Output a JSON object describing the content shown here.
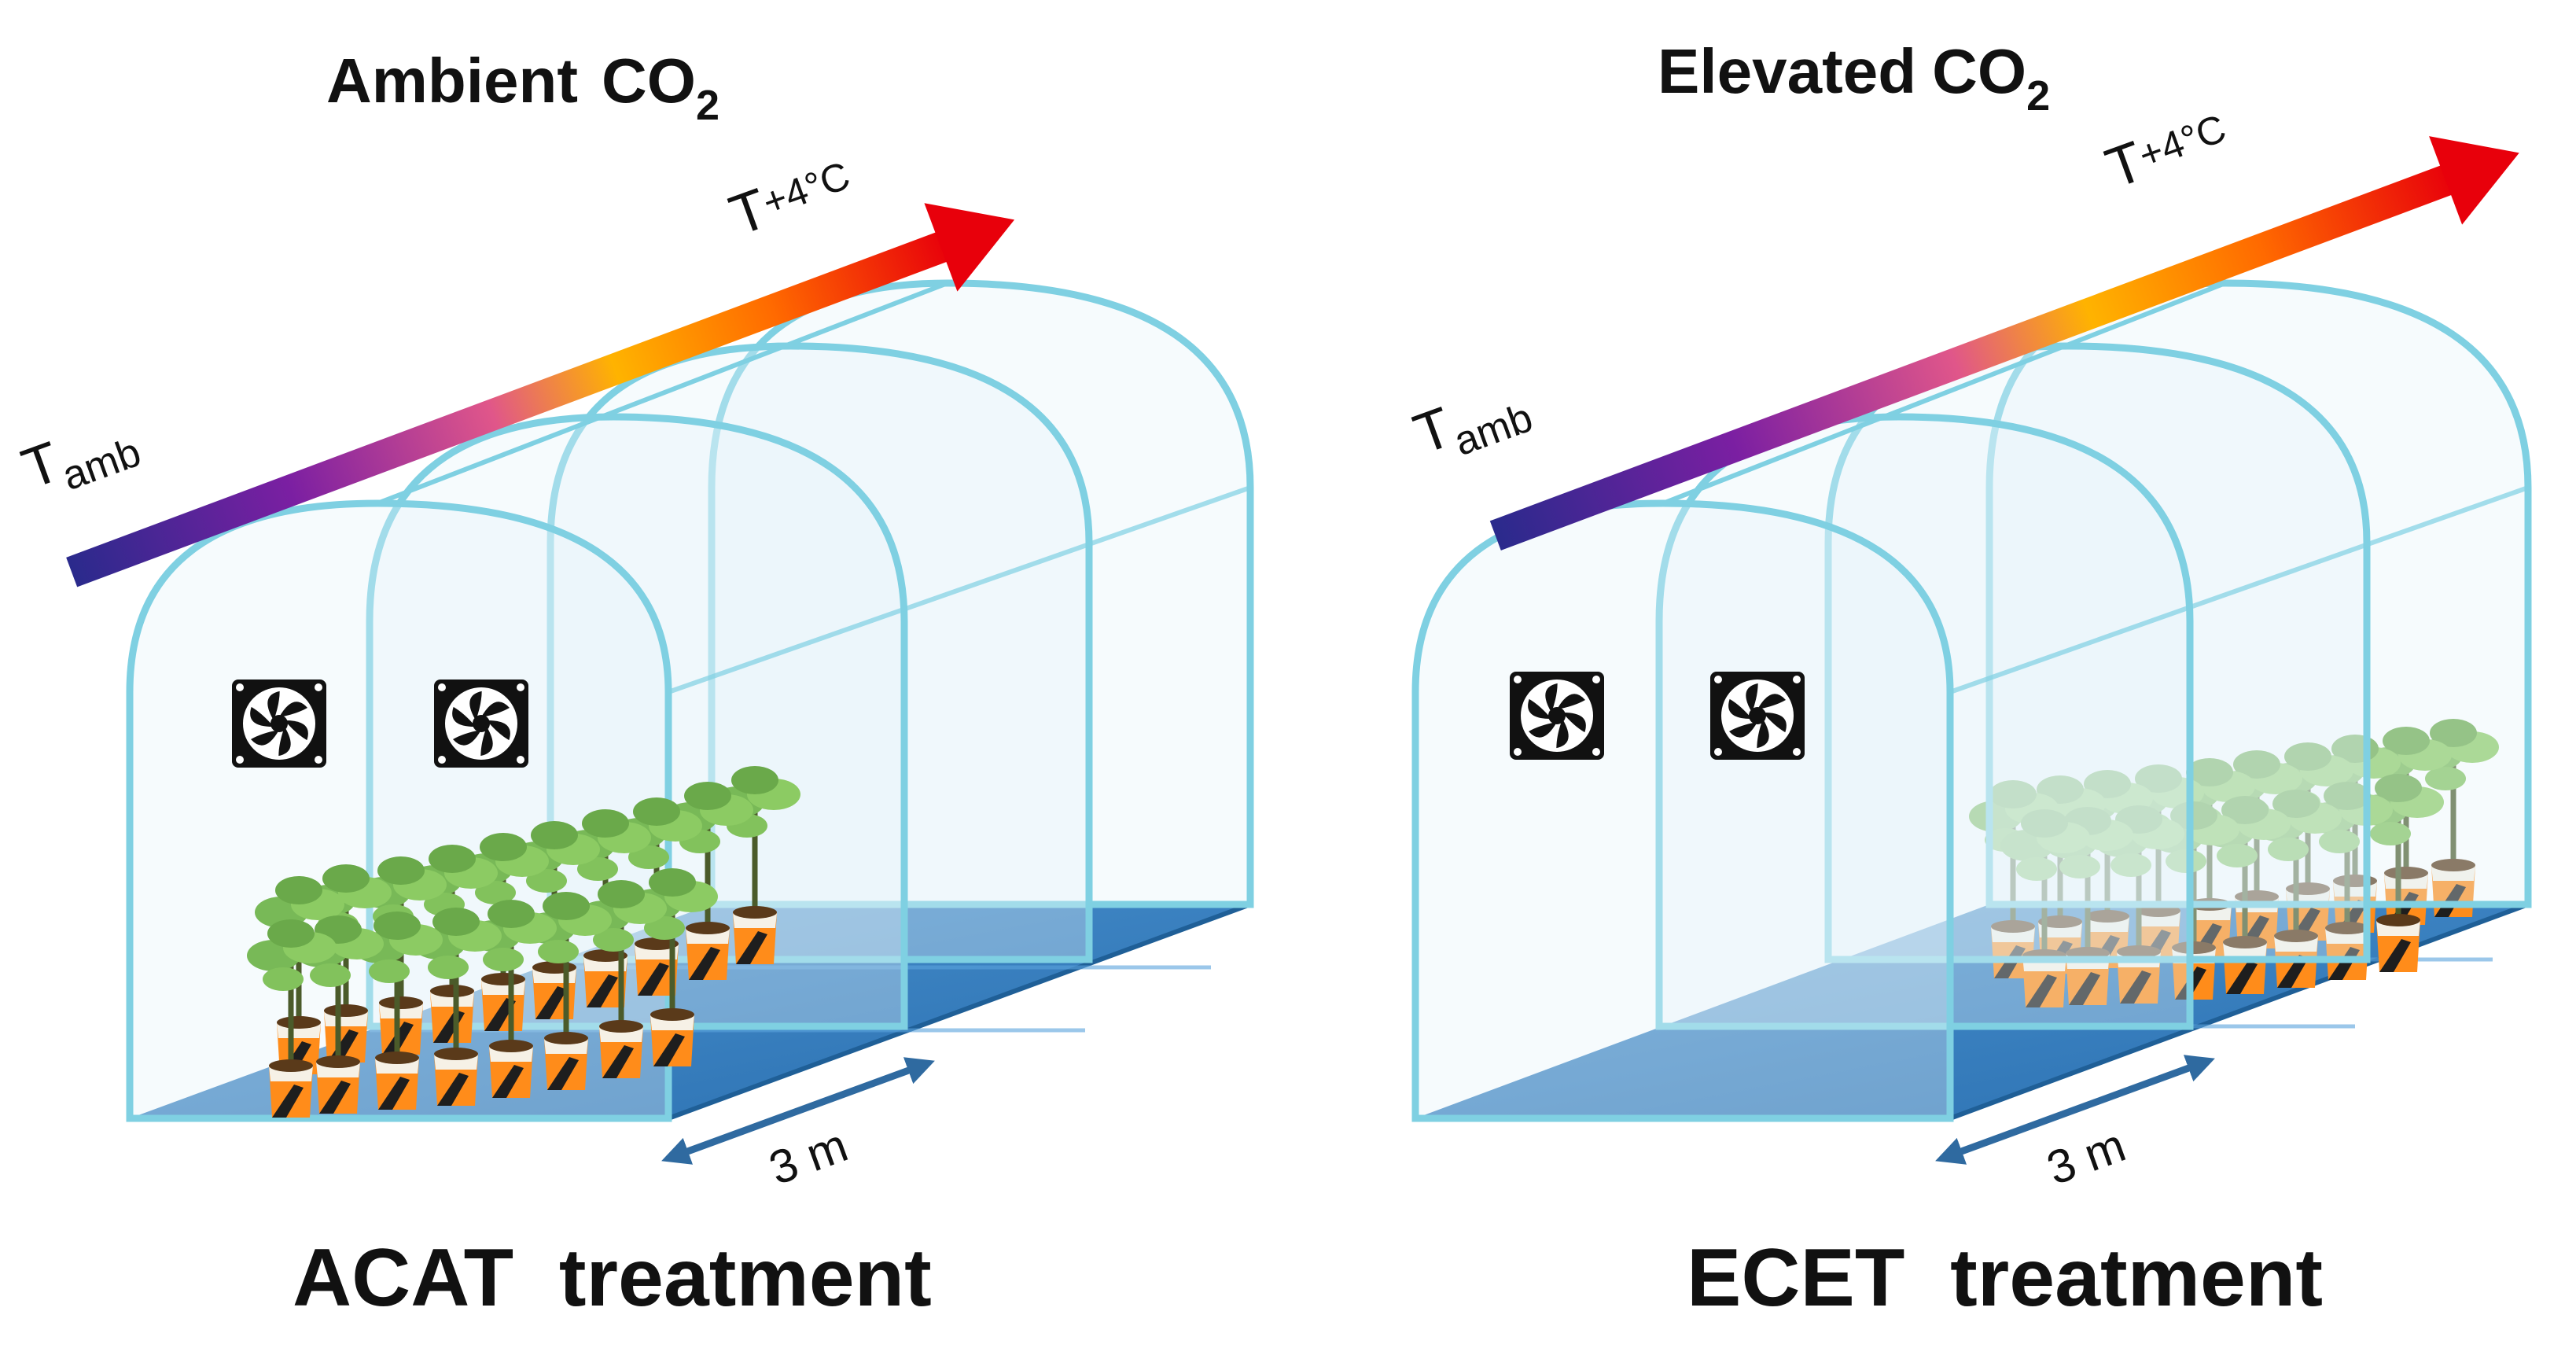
{
  "panels": [
    {
      "id": "acat",
      "co2_label": "Ambient",
      "co2_formula": "CO",
      "co2_subscript": "2",
      "temp_ambient_symbol": "T",
      "temp_ambient_subscript": "amb",
      "temp_warm_symbol": "T",
      "temp_warm_subscript": "+4°C",
      "distance_label": "3 m",
      "caption": "ACAT  treatment",
      "fans": 2,
      "plants": "front-section"
    },
    {
      "id": "ecet",
      "co2_label": "Elevated",
      "co2_formula": "CO",
      "co2_subscript": "2",
      "temp_ambient_symbol": "T",
      "temp_ambient_subscript": "amb",
      "temp_warm_symbol": "T",
      "temp_warm_subscript": "+4°C",
      "distance_label": "3 m",
      "caption": "ECET  treatment",
      "fans": 2,
      "plants": "rear-section"
    }
  ],
  "colors": {
    "arch_stroke": "#7fd0e2",
    "floor": "#3d86c6",
    "floor_dark": "#1f5f97",
    "distance_arrow": "#2f6aa0",
    "gradient": [
      "#2a2a8c",
      "#7b1fa2",
      "#e0568a",
      "#ffb300",
      "#ff6a00",
      "#e8000b"
    ],
    "pot_orange": "#ff8c1a",
    "leaf": "#7cbf56"
  }
}
